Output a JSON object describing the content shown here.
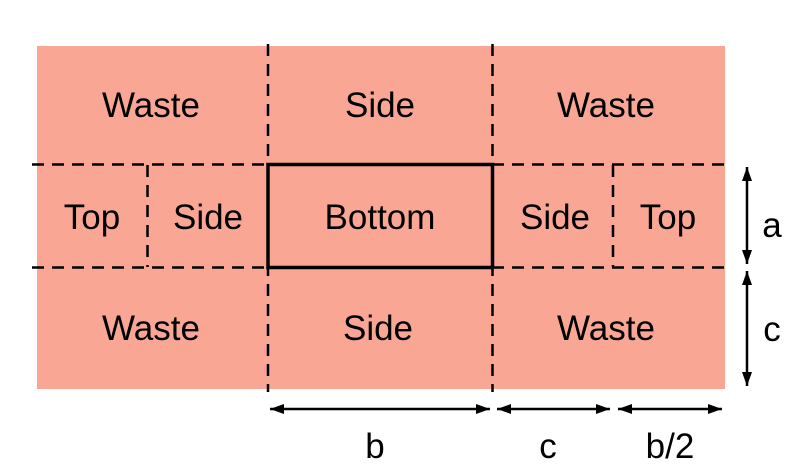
{
  "colors": {
    "sheet_fill": "#F9A694",
    "line": "#000000",
    "background": "#FFFFFF"
  },
  "regions": {
    "top_left": "Waste",
    "top_center": "Side",
    "top_right": "Waste",
    "middle_far_left": "Top",
    "middle_left": "Side",
    "middle_center": "Bottom",
    "middle_right": "Side",
    "middle_far_right": "Top",
    "bottom_left": "Waste",
    "bottom_center": "Side",
    "bottom_right": "Waste"
  },
  "dimension_labels": {
    "height_middle_row": "a",
    "height_bottom_row": "c",
    "width_center_column": "b",
    "width_right_column_part1": "c",
    "width_right_column_part2": "b/2"
  }
}
